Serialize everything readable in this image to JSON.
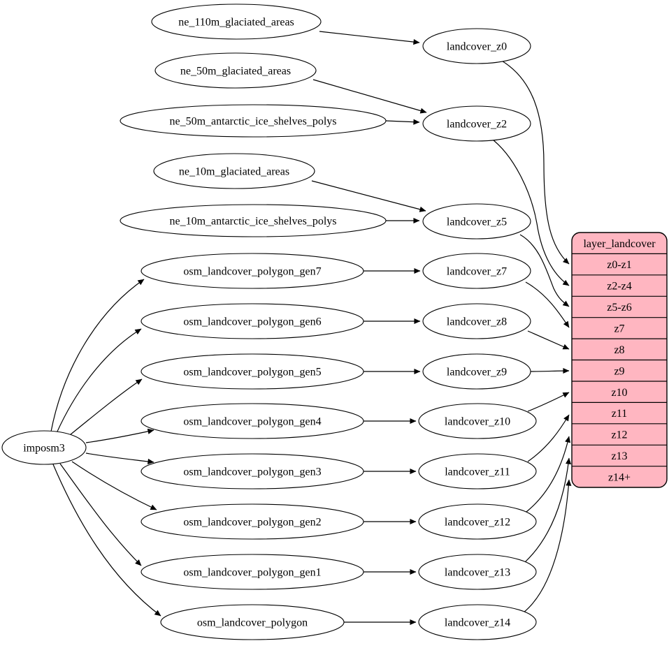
{
  "colors": {
    "record_fill": "#ffb6c1",
    "node_fill": "#ffffff",
    "stroke": "#000000",
    "bg": "#ffffff"
  },
  "nodes": {
    "imposm3": "imposm3",
    "ne_110m_glaciated_areas": "ne_110m_glaciated_areas",
    "ne_50m_glaciated_areas": "ne_50m_glaciated_areas",
    "ne_50m_antarctic_ice_shelves_polys": "ne_50m_antarctic_ice_shelves_polys",
    "ne_10m_glaciated_areas": "ne_10m_glaciated_areas",
    "ne_10m_antarctic_ice_shelves_polys": "ne_10m_antarctic_ice_shelves_polys",
    "osm_landcover_polygon_gen7": "osm_landcover_polygon_gen7",
    "osm_landcover_polygon_gen6": "osm_landcover_polygon_gen6",
    "osm_landcover_polygon_gen5": "osm_landcover_polygon_gen5",
    "osm_landcover_polygon_gen4": "osm_landcover_polygon_gen4",
    "osm_landcover_polygon_gen3": "osm_landcover_polygon_gen3",
    "osm_landcover_polygon_gen2": "osm_landcover_polygon_gen2",
    "osm_landcover_polygon_gen1": "osm_landcover_polygon_gen1",
    "osm_landcover_polygon": "osm_landcover_polygon",
    "landcover_z0": "landcover_z0",
    "landcover_z2": "landcover_z2",
    "landcover_z5": "landcover_z5",
    "landcover_z7": "landcover_z7",
    "landcover_z8": "landcover_z8",
    "landcover_z9": "landcover_z9",
    "landcover_z10": "landcover_z10",
    "landcover_z11": "landcover_z11",
    "landcover_z12": "landcover_z12",
    "landcover_z13": "landcover_z13",
    "landcover_z14": "landcover_z14"
  },
  "record": {
    "title": "layer_landcover",
    "rows": [
      "z0-z1",
      "z2-z4",
      "z5-z6",
      "z7",
      "z8",
      "z9",
      "z10",
      "z11",
      "z12",
      "z13",
      "z14+"
    ]
  },
  "edges": [
    {
      "from": "ne_110m_glaciated_areas",
      "to": "landcover_z0"
    },
    {
      "from": "ne_50m_glaciated_areas",
      "to": "landcover_z2"
    },
    {
      "from": "ne_50m_antarctic_ice_shelves_polys",
      "to": "landcover_z2"
    },
    {
      "from": "ne_10m_glaciated_areas",
      "to": "landcover_z5"
    },
    {
      "from": "ne_10m_antarctic_ice_shelves_polys",
      "to": "landcover_z5"
    },
    {
      "from": "imposm3",
      "to": "osm_landcover_polygon_gen7"
    },
    {
      "from": "imposm3",
      "to": "osm_landcover_polygon_gen6"
    },
    {
      "from": "imposm3",
      "to": "osm_landcover_polygon_gen5"
    },
    {
      "from": "imposm3",
      "to": "osm_landcover_polygon_gen4"
    },
    {
      "from": "imposm3",
      "to": "osm_landcover_polygon_gen3"
    },
    {
      "from": "imposm3",
      "to": "osm_landcover_polygon_gen2"
    },
    {
      "from": "imposm3",
      "to": "osm_landcover_polygon_gen1"
    },
    {
      "from": "imposm3",
      "to": "osm_landcover_polygon"
    },
    {
      "from": "osm_landcover_polygon_gen7",
      "to": "landcover_z7"
    },
    {
      "from": "osm_landcover_polygon_gen6",
      "to": "landcover_z8"
    },
    {
      "from": "osm_landcover_polygon_gen5",
      "to": "landcover_z9"
    },
    {
      "from": "osm_landcover_polygon_gen4",
      "to": "landcover_z10"
    },
    {
      "from": "osm_landcover_polygon_gen3",
      "to": "landcover_z11"
    },
    {
      "from": "osm_landcover_polygon_gen2",
      "to": "landcover_z12"
    },
    {
      "from": "osm_landcover_polygon_gen1",
      "to": "landcover_z13"
    },
    {
      "from": "osm_landcover_polygon",
      "to": "landcover_z14"
    },
    {
      "from": "landcover_z0",
      "to": "layer_landcover.z0-z1"
    },
    {
      "from": "landcover_z2",
      "to": "layer_landcover.z2-z4"
    },
    {
      "from": "landcover_z5",
      "to": "layer_landcover.z5-z6"
    },
    {
      "from": "landcover_z7",
      "to": "layer_landcover.z7"
    },
    {
      "from": "landcover_z8",
      "to": "layer_landcover.z8"
    },
    {
      "from": "landcover_z9",
      "to": "layer_landcover.z9"
    },
    {
      "from": "landcover_z10",
      "to": "layer_landcover.z10"
    },
    {
      "from": "landcover_z11",
      "to": "layer_landcover.z11"
    },
    {
      "from": "landcover_z12",
      "to": "layer_landcover.z12"
    },
    {
      "from": "landcover_z13",
      "to": "layer_landcover.z13"
    },
    {
      "from": "landcover_z14",
      "to": "layer_landcover.z14+"
    }
  ]
}
